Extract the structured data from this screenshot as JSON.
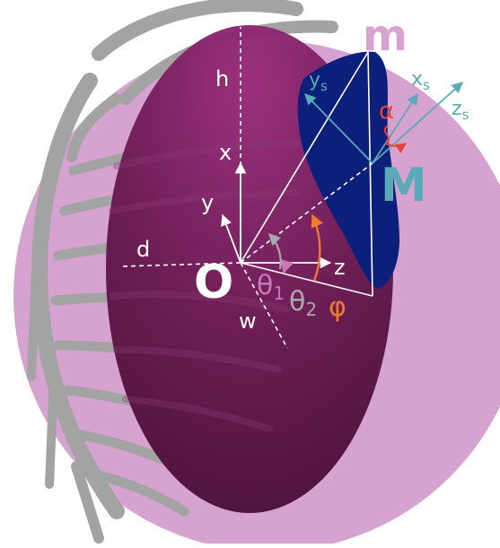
{
  "labels": {
    "m": "m",
    "M": "M",
    "O": "O",
    "h": "h",
    "x": "x",
    "y": "y",
    "z": "z",
    "d": "d",
    "w": "w",
    "theta1": "θ",
    "theta1_sub": "1",
    "theta2": "θ",
    "theta2_sub": "2",
    "phi": "φ",
    "alpha": "α",
    "ys": "y",
    "ys_sub": "s",
    "xs": "x",
    "xs_sub": "s",
    "zs": "z",
    "zs_sub": "s"
  },
  "colors": {
    "background": "#ffffff",
    "circle_light": "#d6a2cf",
    "ellipse_dark": "#6f1c55",
    "ellipse_light": "#8e2a73",
    "ribs": "#a3a3a3",
    "segment_dark_blue": "#0c1f7a",
    "axis_white": "#ffffff",
    "label_m": "#d6a2cf",
    "label_M": "#5aaab8",
    "label_O": "#ffffff",
    "theta1": "#c978b6",
    "theta2": "#aaaaaa",
    "phi": "#f07a2b",
    "alpha": "#e8443a",
    "local_axes": "#5aaab8"
  }
}
